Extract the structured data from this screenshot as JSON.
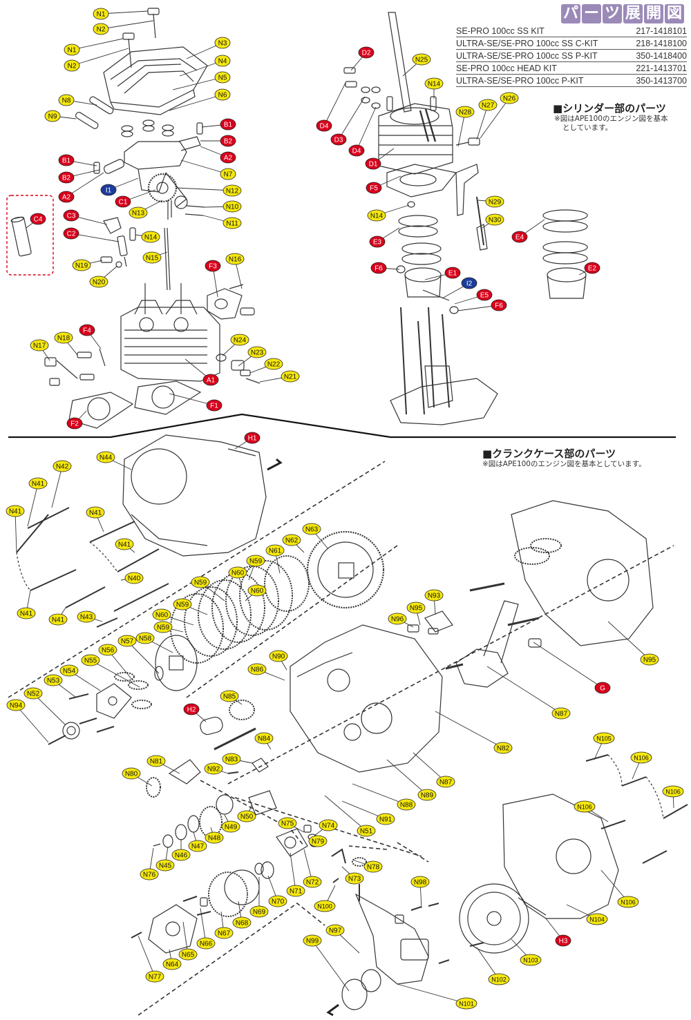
{
  "title_chars": [
    "パ",
    "ー",
    "ツ",
    "展",
    "開",
    "図"
  ],
  "kits": [
    {
      "name": "SE-PRO  100cc SS KIT",
      "code": "217-1418101"
    },
    {
      "name": "ULTRA-SE/SE-PRO 100cc SS C-KIT",
      "code": "218-1418100"
    },
    {
      "name": "ULTRA-SE/SE-PRO 100cc SS P-KIT",
      "code": "350-1418400"
    },
    {
      "name": "SE-PRO  100cc HEAD KIT",
      "code": "221-1413701"
    },
    {
      "name": "ULTRA-SE/SE-PRO 100cc P-KIT",
      "code": "350-1413700"
    }
  ],
  "sections": {
    "cylinder": {
      "title": "■シリンダー部のパーツ",
      "note1": "※図はAPE100のエンジン図を基本",
      "note2": "としています。"
    },
    "crankcase": {
      "title": "■クランクケース部のパーツ",
      "note": "※図はAPE100のエンジン図を基本としています。"
    }
  },
  "colors": {
    "yellow": "#f5e70f",
    "red": "#d9001b",
    "blue": "#1b3c9a",
    "title": "#9b8ab8"
  },
  "labels": [
    {
      "t": "N1",
      "c": "y"
    },
    {
      "t": "N2",
      "c": "y"
    },
    {
      "t": "N1",
      "c": "y"
    },
    {
      "t": "N2",
      "c": "y"
    },
    {
      "t": "N3",
      "c": "y"
    },
    {
      "t": "N4",
      "c": "y"
    },
    {
      "t": "N5",
      "c": "y"
    },
    {
      "t": "N6",
      "c": "y"
    },
    {
      "t": "N8",
      "c": "y"
    },
    {
      "t": "N9",
      "c": "y"
    },
    {
      "t": "B1",
      "c": "r"
    },
    {
      "t": "B2",
      "c": "r"
    },
    {
      "t": "A2",
      "c": "r"
    },
    {
      "t": "B1",
      "c": "r"
    },
    {
      "t": "B2",
      "c": "r"
    },
    {
      "t": "A2",
      "c": "r"
    },
    {
      "t": "I1",
      "c": "b"
    },
    {
      "t": "C1",
      "c": "r"
    },
    {
      "t": "N13",
      "c": "y"
    },
    {
      "t": "N7",
      "c": "y"
    },
    {
      "t": "N12",
      "c": "y"
    },
    {
      "t": "N10",
      "c": "y"
    },
    {
      "t": "N11",
      "c": "y"
    },
    {
      "t": "C4",
      "c": "r"
    },
    {
      "t": "C3",
      "c": "r"
    },
    {
      "t": "C2",
      "c": "r"
    },
    {
      "t": "N14",
      "c": "y"
    },
    {
      "t": "N15",
      "c": "y"
    },
    {
      "t": "N19",
      "c": "y"
    },
    {
      "t": "N20",
      "c": "y"
    },
    {
      "t": "F3",
      "c": "r"
    },
    {
      "t": "N16",
      "c": "y"
    },
    {
      "t": "N17",
      "c": "y"
    },
    {
      "t": "N18",
      "c": "y"
    },
    {
      "t": "F4",
      "c": "r"
    },
    {
      "t": "N24",
      "c": "y"
    },
    {
      "t": "N23",
      "c": "y"
    },
    {
      "t": "N22",
      "c": "y"
    },
    {
      "t": "N21",
      "c": "y"
    },
    {
      "t": "A1",
      "c": "r"
    },
    {
      "t": "F1",
      "c": "r"
    },
    {
      "t": "F2",
      "c": "r"
    },
    {
      "t": "D2",
      "c": "r"
    },
    {
      "t": "N25",
      "c": "y"
    },
    {
      "t": "N14",
      "c": "y"
    },
    {
      "t": "N28",
      "c": "y"
    },
    {
      "t": "N27",
      "c": "y"
    },
    {
      "t": "N26",
      "c": "y"
    },
    {
      "t": "D4",
      "c": "r"
    },
    {
      "t": "D3",
      "c": "r"
    },
    {
      "t": "D4",
      "c": "r"
    },
    {
      "t": "D1",
      "c": "r"
    },
    {
      "t": "F5",
      "c": "r"
    },
    {
      "t": "N29",
      "c": "y"
    },
    {
      "t": "N30",
      "c": "y"
    },
    {
      "t": "N14",
      "c": "y"
    },
    {
      "t": "E3",
      "c": "r"
    },
    {
      "t": "E4",
      "c": "r"
    },
    {
      "t": "E2",
      "c": "r"
    },
    {
      "t": "F6",
      "c": "r"
    },
    {
      "t": "E1",
      "c": "r"
    },
    {
      "t": "I2",
      "c": "b"
    },
    {
      "t": "E5",
      "c": "r"
    },
    {
      "t": "F6",
      "c": "r"
    },
    {
      "t": "H1",
      "c": "r"
    },
    {
      "t": "N44",
      "c": "y"
    },
    {
      "t": "N42",
      "c": "y"
    },
    {
      "t": "N41",
      "c": "y"
    },
    {
      "t": "N41",
      "c": "y"
    },
    {
      "t": "N41",
      "c": "y"
    },
    {
      "t": "N41",
      "c": "y"
    },
    {
      "t": "N40",
      "c": "y"
    },
    {
      "t": "N41",
      "c": "y"
    },
    {
      "t": "N41",
      "c": "y"
    },
    {
      "t": "N43",
      "c": "y"
    },
    {
      "t": "N63",
      "c": "y"
    },
    {
      "t": "N62",
      "c": "y"
    },
    {
      "t": "N61",
      "c": "y"
    },
    {
      "t": "N59",
      "c": "y"
    },
    {
      "t": "N60",
      "c": "y"
    },
    {
      "t": "N59",
      "c": "y"
    },
    {
      "t": "N60",
      "c": "y"
    },
    {
      "t": "N59",
      "c": "y"
    },
    {
      "t": "N60",
      "c": "y"
    },
    {
      "t": "N59",
      "c": "y"
    },
    {
      "t": "N58",
      "c": "y"
    },
    {
      "t": "N57",
      "c": "y"
    },
    {
      "t": "N56",
      "c": "y"
    },
    {
      "t": "N55",
      "c": "y"
    },
    {
      "t": "N54",
      "c": "y"
    },
    {
      "t": "N53",
      "c": "y"
    },
    {
      "t": "N52",
      "c": "y"
    },
    {
      "t": "N94",
      "c": "y"
    },
    {
      "t": "N93",
      "c": "y"
    },
    {
      "t": "N95",
      "c": "y"
    },
    {
      "t": "N96",
      "c": "y"
    },
    {
      "t": "N95",
      "c": "y"
    },
    {
      "t": "G",
      "c": "r"
    },
    {
      "t": "N87",
      "c": "y"
    },
    {
      "t": "N90",
      "c": "y"
    },
    {
      "t": "N86",
      "c": "y"
    },
    {
      "t": "N85",
      "c": "y"
    },
    {
      "t": "H2",
      "c": "r"
    },
    {
      "t": "N82",
      "c": "y"
    },
    {
      "t": "N84",
      "c": "y"
    },
    {
      "t": "N81",
      "c": "y"
    },
    {
      "t": "N83",
      "c": "y"
    },
    {
      "t": "N80",
      "c": "y"
    },
    {
      "t": "N92",
      "c": "y"
    },
    {
      "t": "N87",
      "c": "y"
    },
    {
      "t": "N89",
      "c": "y"
    },
    {
      "t": "N88",
      "c": "y"
    },
    {
      "t": "N91",
      "c": "y"
    },
    {
      "t": "N51",
      "c": "y"
    },
    {
      "t": "N50",
      "c": "y"
    },
    {
      "t": "N49",
      "c": "y"
    },
    {
      "t": "N48",
      "c": "y"
    },
    {
      "t": "N47",
      "c": "y"
    },
    {
      "t": "N46",
      "c": "y"
    },
    {
      "t": "N45",
      "c": "y"
    },
    {
      "t": "N76",
      "c": "y"
    },
    {
      "t": "N75",
      "c": "y"
    },
    {
      "t": "N74",
      "c": "y"
    },
    {
      "t": "N79",
      "c": "y"
    },
    {
      "t": "N78",
      "c": "y"
    },
    {
      "t": "N73",
      "c": "y"
    },
    {
      "t": "N72",
      "c": "y"
    },
    {
      "t": "N71",
      "c": "y"
    },
    {
      "t": "N70",
      "c": "y"
    },
    {
      "t": "N69",
      "c": "y"
    },
    {
      "t": "N68",
      "c": "y"
    },
    {
      "t": "N67",
      "c": "y"
    },
    {
      "t": "N66",
      "c": "y"
    },
    {
      "t": "N65",
      "c": "y"
    },
    {
      "t": "N64",
      "c": "y"
    },
    {
      "t": "N77",
      "c": "y"
    },
    {
      "t": "N100",
      "c": "y"
    },
    {
      "t": "N98",
      "c": "y"
    },
    {
      "t": "N97",
      "c": "y"
    },
    {
      "t": "N99",
      "c": "y"
    },
    {
      "t": "N101",
      "c": "y"
    },
    {
      "t": "N102",
      "c": "y"
    },
    {
      "t": "N103",
      "c": "y"
    },
    {
      "t": "H3",
      "c": "r"
    },
    {
      "t": "N104",
      "c": "y"
    },
    {
      "t": "N106",
      "c": "y"
    },
    {
      "t": "N105",
      "c": "y"
    },
    {
      "t": "N106",
      "c": "y"
    },
    {
      "t": "N106",
      "c": "y"
    },
    {
      "t": "N106",
      "c": "y"
    }
  ]
}
